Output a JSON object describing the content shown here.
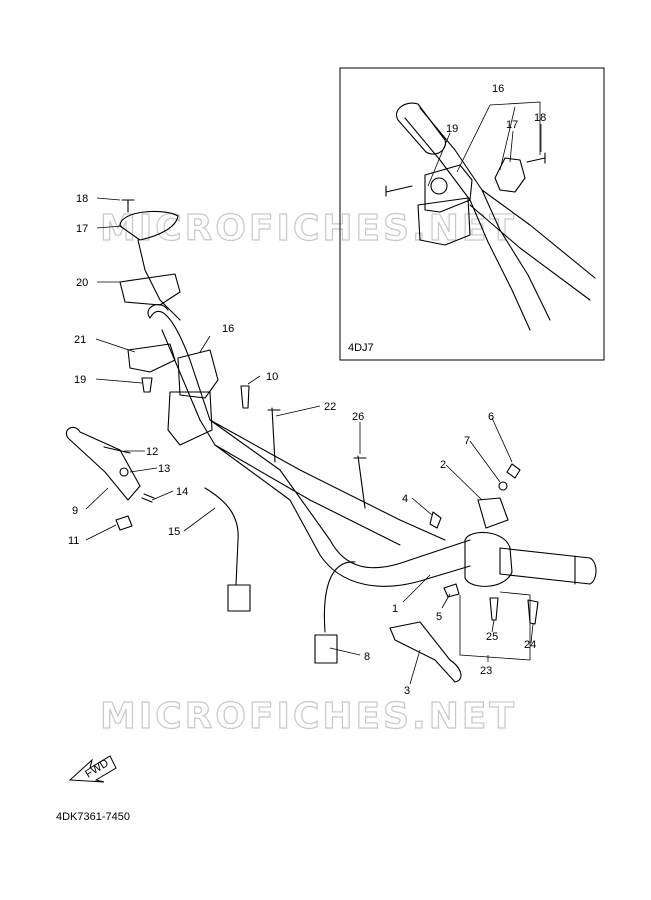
{
  "inset": {
    "model_code": "4DJ7"
  },
  "drawing_number": "4DK7361-7450",
  "fwd_label": "FWD",
  "watermark": "MICROFICHES.NET",
  "callouts": [
    {
      "id": "c1",
      "label": "1"
    },
    {
      "id": "c2",
      "label": "2"
    },
    {
      "id": "c3",
      "label": "3"
    },
    {
      "id": "c4",
      "label": "4"
    },
    {
      "id": "c5",
      "label": "5"
    },
    {
      "id": "c6",
      "label": "6"
    },
    {
      "id": "c7",
      "label": "7"
    },
    {
      "id": "c8",
      "label": "8"
    },
    {
      "id": "c9",
      "label": "9"
    },
    {
      "id": "c10",
      "label": "10"
    },
    {
      "id": "c11",
      "label": "11"
    },
    {
      "id": "c12",
      "label": "12"
    },
    {
      "id": "c13",
      "label": "13"
    },
    {
      "id": "c14",
      "label": "14"
    },
    {
      "id": "c15",
      "label": "15"
    },
    {
      "id": "c16",
      "label": "16"
    },
    {
      "id": "c17",
      "label": "17"
    },
    {
      "id": "c18",
      "label": "18"
    },
    {
      "id": "c19",
      "label": "19"
    },
    {
      "id": "c20",
      "label": "20"
    },
    {
      "id": "c21",
      "label": "21"
    },
    {
      "id": "c22",
      "label": "22"
    },
    {
      "id": "c23",
      "label": "23"
    },
    {
      "id": "c24",
      "label": "24"
    },
    {
      "id": "c25",
      "label": "25"
    },
    {
      "id": "c26",
      "label": "26"
    },
    {
      "id": "i16",
      "label": "16"
    },
    {
      "id": "i17",
      "label": "17"
    },
    {
      "id": "i18",
      "label": "18"
    },
    {
      "id": "i19",
      "label": "19"
    }
  ]
}
